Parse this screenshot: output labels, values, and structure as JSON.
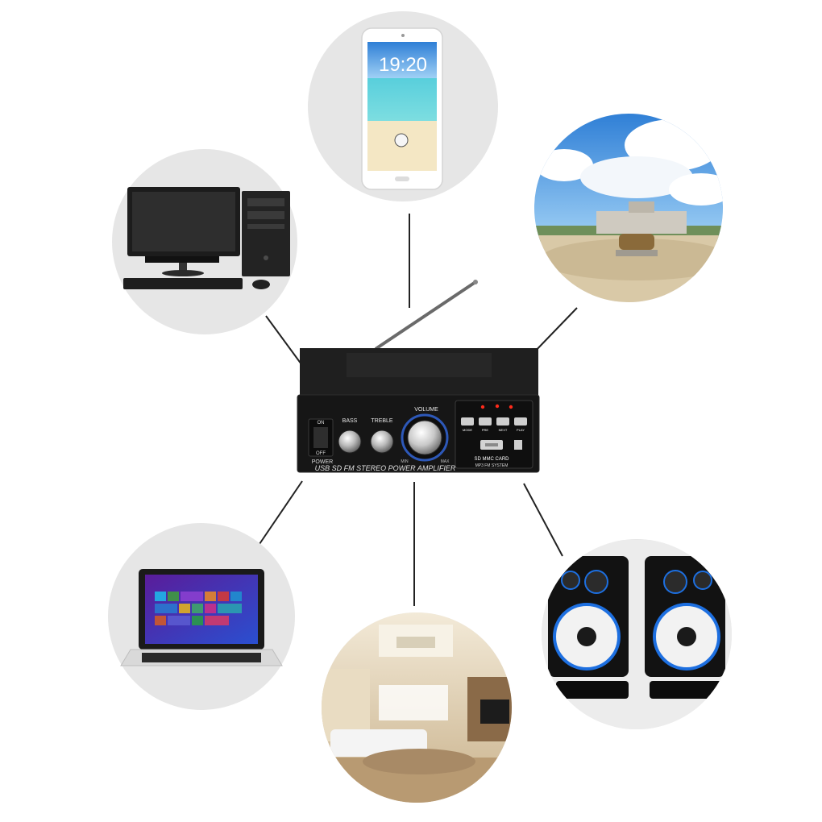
{
  "phone": {
    "time": "19:20"
  },
  "amplifier": {
    "switch_on": "ON",
    "switch_off": "OFF",
    "power_label": "POWER",
    "bass_label": "BASS",
    "treble_label": "TREBLE",
    "volume_label": "VOLUME",
    "volume_min": "MIN",
    "volume_max": "MAX",
    "mode_button": "MODE",
    "prev_button": "PRE",
    "next_button": "NEXT",
    "play_button": "PLAY",
    "card_label": "SD MMC CARD",
    "system_label": "MP3 FM SYSTEM",
    "front_caption": "USB SD FM STEREO POWER AMPLIFIER"
  },
  "colors": {
    "circle_bg": "#e6e6e6",
    "connector": "#222222",
    "amp_body": "#1b1b1b",
    "led_red": "#ff2a1a",
    "speaker_blue": "#1d6fe0"
  }
}
